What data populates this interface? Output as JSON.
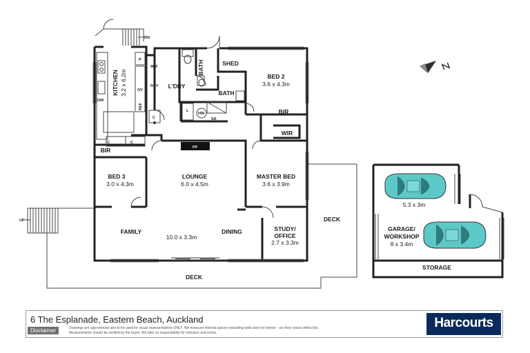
{
  "rooms": {
    "kitchen": {
      "name": "KITCHEN",
      "dims": "3.2 x 6.2m"
    },
    "laundry": {
      "name": "L'DRY"
    },
    "bath_small": {
      "name": "BATH"
    },
    "bath": {
      "name": "BATH"
    },
    "shed": {
      "name": "SHED"
    },
    "bed2": {
      "name": "BED 2",
      "dims": "3.6 x 4.3m"
    },
    "bir_bed2": {
      "name": "BIR"
    },
    "wir": {
      "name": "WIR"
    },
    "bed3": {
      "name": "BED 3",
      "dims": "3.0 x 4.3m"
    },
    "bir_bed3": {
      "name": "BIR"
    },
    "lounge": {
      "name": "LOUNGE",
      "dims": "6.0 x 4.5m"
    },
    "master": {
      "name": "MASTER BED",
      "dims": "3.6 x 3.9m"
    },
    "family": {
      "name": "FAMILY"
    },
    "family_dims": "10.0 x 3.3m",
    "dining": {
      "name": "DINING"
    },
    "study": {
      "name": "STUDY/",
      "name2": "OFFICE",
      "dims": "2.7 x 3.3m"
    },
    "deck_right": {
      "name": "DECK"
    },
    "deck_bottom": {
      "name": "DECK"
    },
    "garage": {
      "name": "GARAGE/",
      "name2": "WORKSHOP",
      "dims": "8 x 3.4m"
    },
    "carport_dims": "5.3 x 3m",
    "storage": {
      "name": "STORAGE"
    }
  },
  "fixtures": {
    "dn": "DN",
    "up": "UP",
    "p": "P",
    "wm": "WM",
    "dry": "DRY",
    "ov": "OV",
    "dw": "DW",
    "ref": "REF",
    "c1": "C",
    "c2": "C",
    "c3": "C",
    "l": "L",
    "hw": "HW",
    "sa": "SA",
    "fp": "FP"
  },
  "footer": {
    "address": "6 The Esplanade, Eastern Beach, Auckland",
    "disclaimer_label": "Disclaimer",
    "disclaimer_line1": "Drawings are approximate and to be used for visual representations ONLY. We measure internal spaces excluding walls and not interior - our floor areas reflect this.",
    "disclaimer_line2": "Measurements should be verified by the buyer. We take no responsibility for omission and errors.",
    "brand": "Harcourts"
  },
  "colors": {
    "car": "#5cc8c8",
    "brand_bg": "#0a2a5a"
  }
}
